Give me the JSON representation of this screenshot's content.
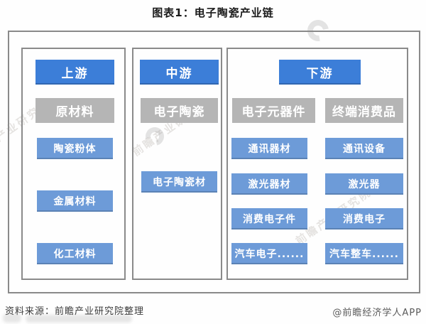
{
  "title": "图表1：电子陶瓷产业链",
  "columns": {
    "upstream": {
      "header": "上游",
      "category": "原材料",
      "items": [
        "陶瓷粉体",
        "金属材料",
        "化工材料"
      ]
    },
    "midstream": {
      "header": "中游",
      "category": "电子陶瓷",
      "items": [
        "电子陶瓷材"
      ]
    },
    "downstream": {
      "header": "下游",
      "groups": [
        {
          "category": "电子元器件",
          "items": [
            "通讯器材",
            "激光器材",
            "消费电子件",
            "汽车电子......"
          ]
        },
        {
          "category": "终端消费品",
          "items": [
            "通讯设备",
            "激光器",
            "消费电子",
            "汽车整车......"
          ]
        }
      ]
    }
  },
  "footer": {
    "source": "资料来源：前瞻产业研究院整理",
    "credit": "@前瞻经济学人APP"
  },
  "watermark": {
    "brand_text": "前瞻产业研究院"
  },
  "colors": {
    "header_blue": "#3c7ed8",
    "item_blue": "#6d9bd8",
    "category_gray": "#b5b5b5",
    "border_gray": "#8a8a8a",
    "box_text": "#ffffff"
  }
}
